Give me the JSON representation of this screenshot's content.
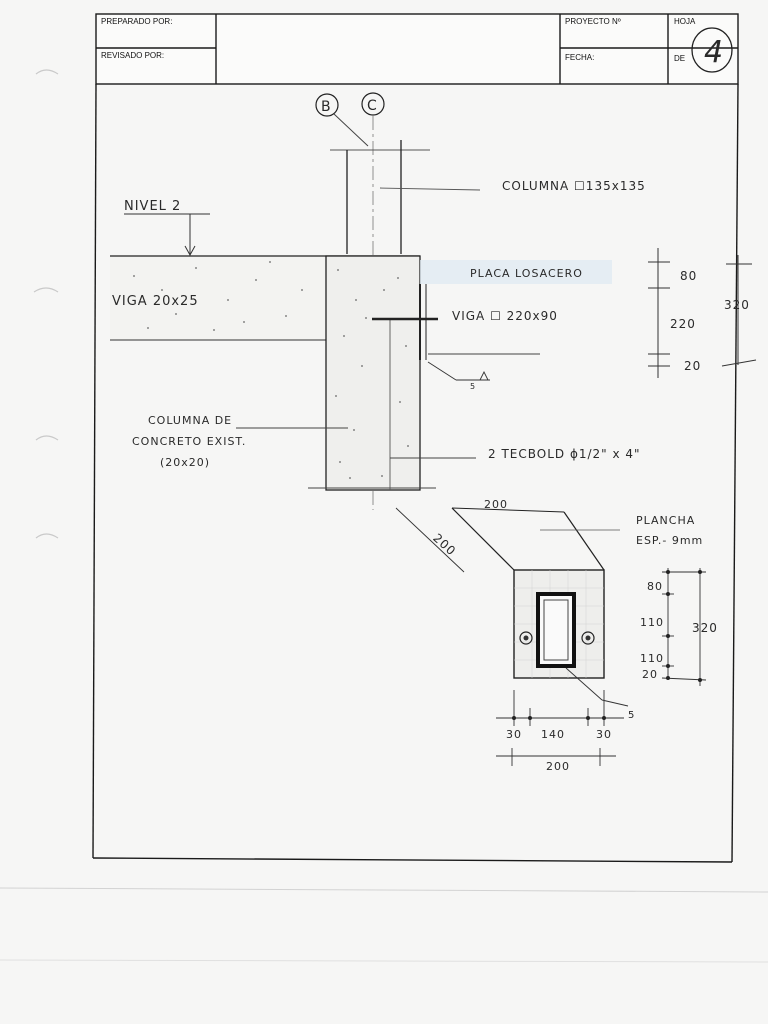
{
  "title_block": {
    "preparado_label": "PREPARADO POR:",
    "revisado_label": "REVISADO POR:",
    "proyecto_label": "PROYECTO Nº",
    "fecha_label": "FECHA:",
    "hoja_label": "HOJA",
    "de_label": "DE",
    "sheet_number": "4"
  },
  "section_view": {
    "grid_axis_b": "B",
    "grid_axis_c": "C",
    "column_label": "COLUMNA ☐135x135",
    "level_label": "NIVEL 2",
    "deck_label": "PLACA LOSACERO",
    "beam_left_label": "VIGA 20x25",
    "beam_steel_label": "VIGA ☐ 220x90",
    "weld_label": "5",
    "existing_column_line1": "COLUMNA DE",
    "existing_column_line2": "CONCRETO EXIST.",
    "existing_column_line3": "(20x20)",
    "bolt_label": "2 TECBOLD ϕ1/2\" x 4\"",
    "dim_80": "80",
    "dim_220": "220",
    "dim_20": "20",
    "dim_total": "320"
  },
  "plate_detail": {
    "dim_top": "200",
    "dim_side": "200",
    "plate_line1": "PLANCHA",
    "plate_line2": "ESP.- 9mm",
    "dim_80": "80",
    "dim_110a": "110",
    "dim_110b": "110",
    "dim_20": "20",
    "dim_total": "320",
    "weld_label": "5",
    "dim_30_left": "30",
    "dim_140": "140",
    "dim_30_right": "30",
    "dim_200_bottom": "200"
  }
}
